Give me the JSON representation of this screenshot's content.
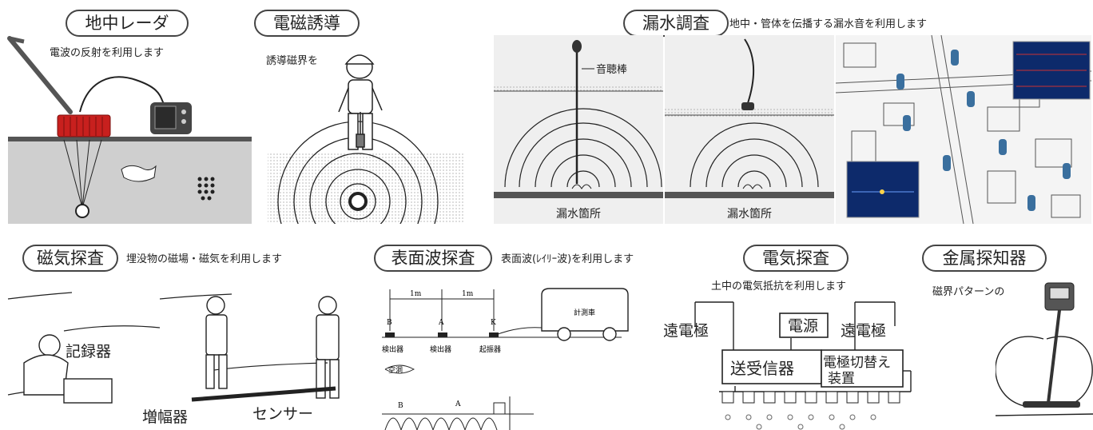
{
  "sections": {
    "gpr": {
      "title": "地中レーダ",
      "caption": "電波の反射を利用します"
    },
    "em": {
      "title": "電磁誘導",
      "caption": "誘導磁界を"
    },
    "leak": {
      "title": "漏水調査",
      "caption": "地中・管体を伝播する漏水音を利用します",
      "rod_label": "音聴棒",
      "leak_label_1": "漏水箇所",
      "leak_label_2": "漏水箇所"
    },
    "mag": {
      "title": "磁気探査",
      "caption": "埋没物の磁場・磁気を利用します",
      "recorder": "記録器",
      "amp": "増幅器",
      "sensor": "センサー"
    },
    "wave": {
      "title": "表面波探査",
      "caption": "表面波(ﾚｲﾘｰ波)を利用します",
      "truck": "計測車",
      "dist1": "1m",
      "dist2": "1m",
      "pt_b": "B",
      "pt_a": "A",
      "pt_k": "K",
      "pt_b2": "B",
      "pt_a2": "A",
      "lbl1": "検出器",
      "lbl2": "検出器",
      "lbl3": "起振器",
      "cavity": "空洞"
    },
    "elec": {
      "title": "電気探査",
      "caption": "土中の電気抵抗を利用します",
      "far_left": "遠電極",
      "far_right": "遠電極",
      "power": "電源",
      "tx": "送受信器",
      "switch_1": "電極切替え",
      "switch_2": "装置"
    },
    "metal": {
      "title": "金属探知器",
      "caption": "磁界パターンの"
    }
  },
  "colors": {
    "device_red": "#c8201e",
    "ground_gray": "#cfcfcf",
    "screen_blue": "#0d2a6b",
    "map_marker": "#3a6f9e"
  }
}
